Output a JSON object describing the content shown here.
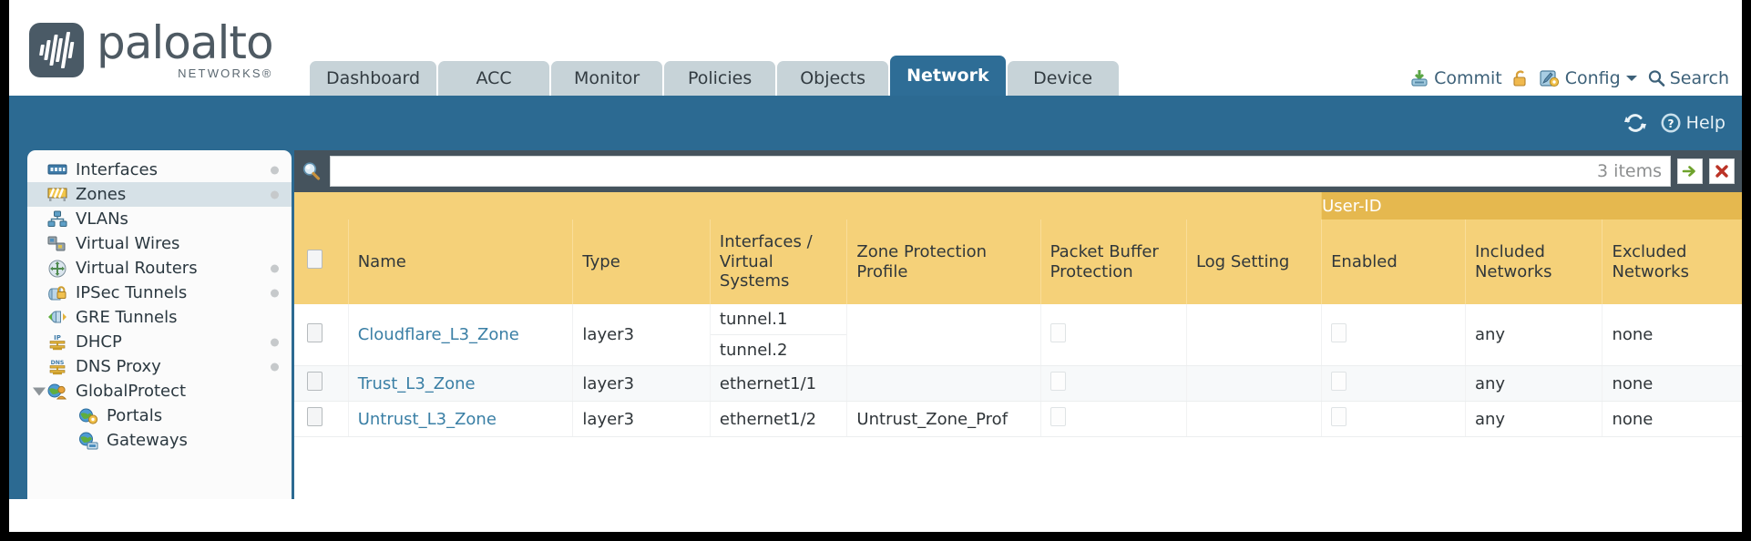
{
  "brand": {
    "name": "paloalto",
    "sub": "NETWORKS®"
  },
  "nav": {
    "tabs": [
      {
        "label": "Dashboard",
        "active": false
      },
      {
        "label": "ACC",
        "active": false
      },
      {
        "label": "Monitor",
        "active": false
      },
      {
        "label": "Policies",
        "active": false
      },
      {
        "label": "Objects",
        "active": false
      },
      {
        "label": "Network",
        "active": true
      },
      {
        "label": "Device",
        "active": false
      }
    ]
  },
  "top_actions": {
    "commit": "Commit",
    "config": "Config",
    "search": "Search",
    "lock_icon": "lock-icon",
    "commit_icon": "commit-icon",
    "config_icon": "config-wrench-icon",
    "search_icon": "search-icon",
    "caret_icon": "chevron-down-icon"
  },
  "utility_bar": {
    "refresh_icon": "refresh-icon",
    "help_label": "Help",
    "help_icon": "help-icon"
  },
  "sidebar": {
    "items": [
      {
        "label": "Interfaces",
        "icon": "interfaces-icon",
        "selected": false,
        "dot": true,
        "child": false,
        "caret": false
      },
      {
        "label": "Zones",
        "icon": "zones-icon",
        "selected": true,
        "dot": true,
        "child": false,
        "caret": false
      },
      {
        "label": "VLANs",
        "icon": "vlans-icon",
        "selected": false,
        "dot": false,
        "child": false,
        "caret": false
      },
      {
        "label": "Virtual Wires",
        "icon": "virtual-wires-icon",
        "selected": false,
        "dot": false,
        "child": false,
        "caret": false
      },
      {
        "label": "Virtual Routers",
        "icon": "virtual-routers-icon",
        "selected": false,
        "dot": true,
        "child": false,
        "caret": false
      },
      {
        "label": "IPSec Tunnels",
        "icon": "ipsec-tunnels-icon",
        "selected": false,
        "dot": true,
        "child": false,
        "caret": false
      },
      {
        "label": "GRE Tunnels",
        "icon": "gre-tunnels-icon",
        "selected": false,
        "dot": false,
        "child": false,
        "caret": false
      },
      {
        "label": "DHCP",
        "icon": "dhcp-icon",
        "selected": false,
        "dot": true,
        "child": false,
        "caret": false
      },
      {
        "label": "DNS Proxy",
        "icon": "dns-proxy-icon",
        "selected": false,
        "dot": true,
        "child": false,
        "caret": false
      },
      {
        "label": "GlobalProtect",
        "icon": "globalprotect-icon",
        "selected": false,
        "dot": false,
        "child": false,
        "caret": true
      },
      {
        "label": "Portals",
        "icon": "portals-icon",
        "selected": false,
        "dot": false,
        "child": true,
        "caret": false
      },
      {
        "label": "Gateways",
        "icon": "gateways-icon",
        "selected": false,
        "dot": false,
        "child": true,
        "caret": false
      }
    ]
  },
  "search": {
    "value": "",
    "placeholder": "",
    "item_count": "3 items",
    "apply_icon": "apply-arrow-icon",
    "clear_icon": "clear-x-icon",
    "magnifier_icon": "magnifier-icon"
  },
  "table": {
    "group_header": {
      "label": "User-ID",
      "span_start": 6,
      "span_len": 3
    },
    "columns": [
      "Name",
      "Type",
      "Interfaces / Virtual Systems",
      "Zone Protection Profile",
      "Packet Buffer Protection",
      "Log Setting",
      "Enabled",
      "Included Networks",
      "Excluded Networks"
    ],
    "rows": [
      {
        "checked": false,
        "name": "Cloudflare_L3_Zone",
        "type": "layer3",
        "interfaces": [
          "tunnel.1",
          "tunnel.2"
        ],
        "zone_protection_profile": "",
        "packet_buffer_protection": false,
        "log_setting": "",
        "user_id_enabled": false,
        "included_networks": "any",
        "excluded_networks": "none"
      },
      {
        "checked": false,
        "name": "Trust_L3_Zone",
        "type": "layer3",
        "interfaces": [
          "ethernet1/1"
        ],
        "zone_protection_profile": "",
        "packet_buffer_protection": false,
        "log_setting": "",
        "user_id_enabled": false,
        "included_networks": "any",
        "excluded_networks": "none"
      },
      {
        "checked": false,
        "name": "Untrust_L3_Zone",
        "type": "layer3",
        "interfaces": [
          "ethernet1/2"
        ],
        "zone_protection_profile": "Untrust_Zone_Prof",
        "packet_buffer_protection": false,
        "log_setting": "",
        "user_id_enabled": false,
        "included_networks": "any",
        "excluded_networks": "none"
      }
    ]
  },
  "colors": {
    "brand_blue": "#2c6a92",
    "header_yellow": "#f5d179",
    "group_yellow": "#e5b84f",
    "tab_inactive": "#c7d3d8",
    "link_blue": "#3a7fa5",
    "content_dark": "#45535d"
  }
}
